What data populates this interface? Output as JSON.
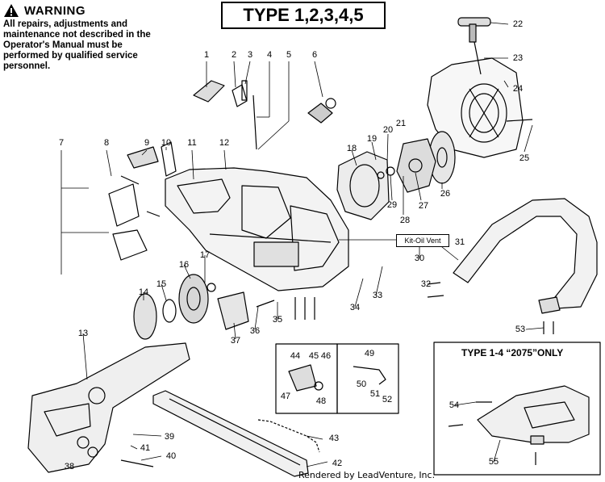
{
  "warning": {
    "title": "WARNING",
    "text": "All repairs, adjustments and maintenance not described in the Operator's Manual must be performed by qualified service personnel."
  },
  "type_label": "TYPE 1,2,3,4,5",
  "inset_label": "TYPE 1-4 “2075”ONLY",
  "kit_label": "Kit-Oil Vent",
  "credit": "Rendered by LeadVenture, Inc.",
  "part_numbers": [
    "1",
    "2",
    "3",
    "4",
    "5",
    "6",
    "7",
    "8",
    "9",
    "10",
    "11",
    "12",
    "13",
    "14",
    "15",
    "16",
    "17",
    "18",
    "19",
    "20",
    "21",
    "22",
    "23",
    "24",
    "25",
    "26",
    "27",
    "28",
    "29",
    "30",
    "31",
    "32",
    "33",
    "34",
    "35",
    "36",
    "37",
    "38",
    "39",
    "40",
    "41",
    "42",
    "43",
    "44",
    "45",
    "46",
    "47",
    "48",
    "49",
    "50",
    "51",
    "52",
    "53",
    "54",
    "55"
  ],
  "icons": [
    "warning-triangle-icon"
  ]
}
